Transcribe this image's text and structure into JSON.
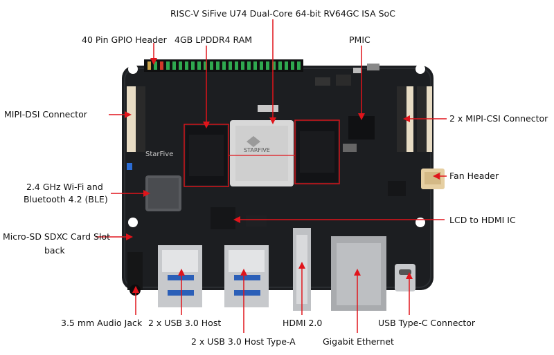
{
  "labels": {
    "soc": "RISC-V SiFive U74 Dual-Core 64-bit RV64GC ISA SoC",
    "gpio": "40 Pin GPIO Header",
    "ram": "4GB LPDDR4 RAM",
    "pmic": "PMIC",
    "mipi_dsi": "MIPI-DSI Connector",
    "mipi_csi": "2 x MIPI-CSI Connector",
    "fan": "Fan Header",
    "wifi_line1": "2.4 GHz Wi-Fi and",
    "wifi_line2": "Bluetooth 4.2 (BLE)",
    "lcd_hdmi": "LCD to HDMI IC",
    "microsd_line1": "Micro-SD SDXC Card Slot",
    "microsd_line2": "back",
    "audio": "3.5 mm Audio Jack",
    "usb_host": "2 x USB 3.0 Host",
    "usb_host_a": "2 x USB 3.0 Host Type-A",
    "hdmi": "HDMI 2.0",
    "ethernet": "Gigabit Ethernet",
    "usbc": "USB Type-C Connector"
  },
  "board": {
    "logo_text": "StarFive",
    "soc_marking": "STARFIVE"
  },
  "colors": {
    "annotation": "#e0141b",
    "board": "#1c1e21",
    "gold": "#c9a24a"
  }
}
